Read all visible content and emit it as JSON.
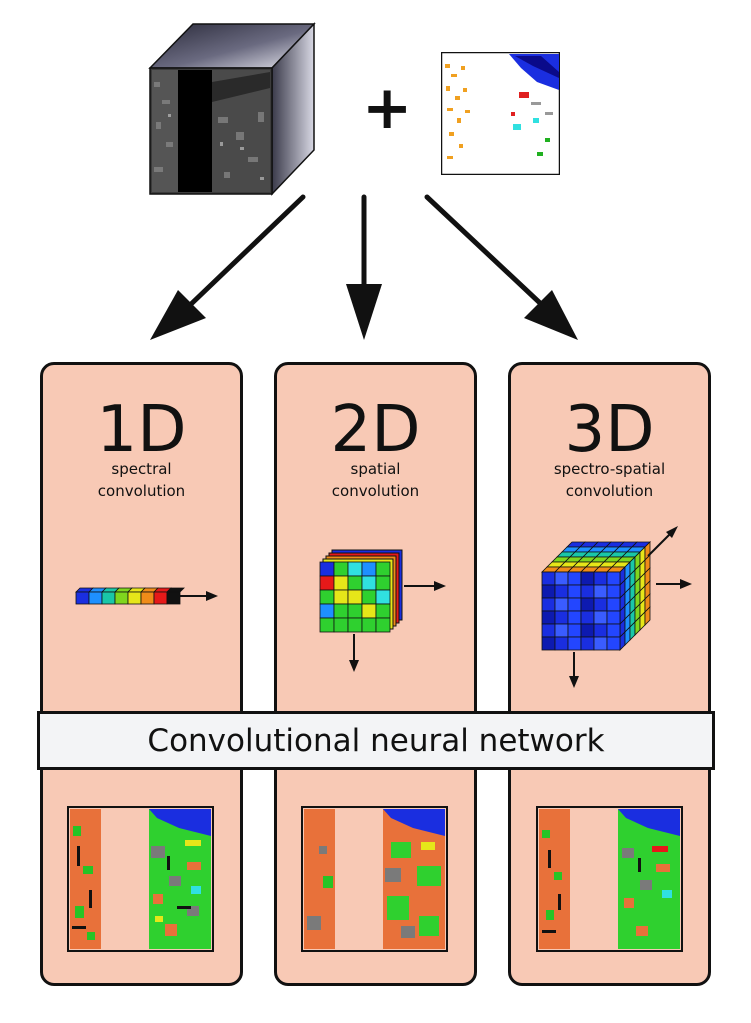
{
  "plus_sign": "+",
  "panels": [
    {
      "title": "1D",
      "sub1": "spectral",
      "sub2": "convolution"
    },
    {
      "title": "2D",
      "sub1": "spatial",
      "sub2": "convolution"
    },
    {
      "title": "3D",
      "sub1": "spectro-spatial",
      "sub2": "convolution"
    }
  ],
  "cnn_label": "Convolutional neural network",
  "colors": {
    "panel_fill": "#f8c9b5",
    "bar_fill": "#f3f4f6",
    "spectral_ramp": [
      "#1a2ee0",
      "#1e90ff",
      "#19c7a8",
      "#7fd61e",
      "#e6e619",
      "#f08c19",
      "#e61919",
      "#111111"
    ]
  }
}
